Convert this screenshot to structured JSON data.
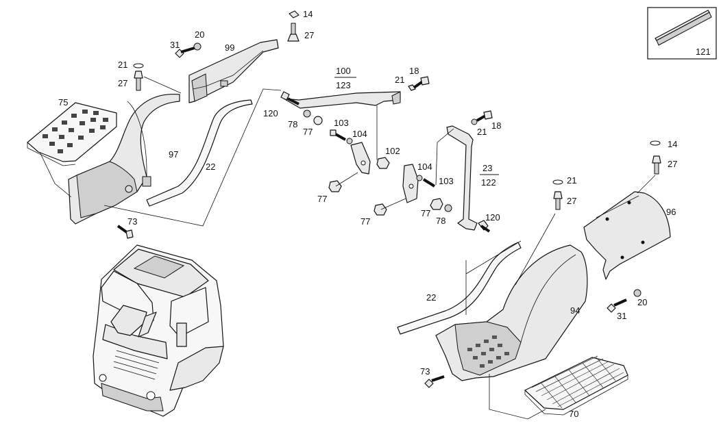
{
  "callouts": {
    "c14a": "14",
    "c27a": "27",
    "c20a": "20",
    "c31a": "31",
    "c99": "99",
    "c21a": "21",
    "c27b": "27",
    "c75": "75",
    "c97": "97",
    "c22a": "22",
    "c73a": "73",
    "c100": "100",
    "c123": "123",
    "c21b": "21",
    "c18a": "18",
    "c120a": "120",
    "c78a": "78",
    "c77a": "77",
    "c103a": "103",
    "c104a": "104",
    "c102": "102",
    "c77b": "77",
    "c77c": "77",
    "c21c": "21",
    "c18b": "18",
    "c23": "23",
    "c122": "122",
    "c104b": "104",
    "c103b": "103",
    "c77d": "77",
    "c78b": "78",
    "c120b": "120",
    "c121": "121",
    "c14b": "14",
    "c27c": "27",
    "c21d": "21",
    "c27d": "27",
    "c96": "96",
    "c20b": "20",
    "c31b": "31",
    "c94": "94",
    "c22b": "22",
    "c73b": "73",
    "c70": "70"
  },
  "icons": {
    "detail_box": "trim-strip-icon"
  }
}
